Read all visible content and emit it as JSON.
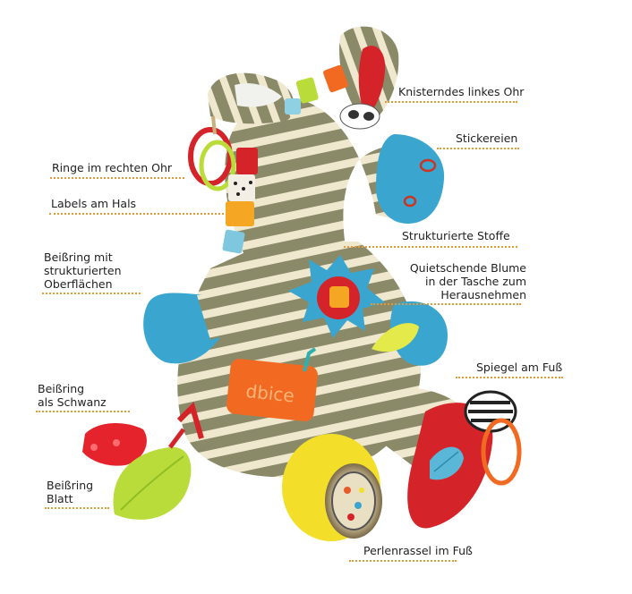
{
  "labels": {
    "left_ear": "Knisterndes linkes Ohr",
    "embroidery": "Stickereien",
    "fabrics": "Strukturierte Stoffe",
    "flower": "Quietschende Blume\nin der Tasche zum\nHerausnehmen",
    "mirror": "Spiegel am Fuß",
    "rattle": "Perlenrassel im Fuß",
    "rings": "Ringe im rechten Ohr",
    "neck_labels": "Labels am Hals",
    "teether_textured": "Beißring mit\nstrukturierten\nOberflächen",
    "tail": "Beißring\nals Schwanz",
    "leaf": "Beißring\nBlatt"
  },
  "teether_logo": "dbice",
  "colors": {
    "leader": "#e39a3b",
    "stripe_olive": "#8a8a68",
    "stripe_cream": "#f0ead2",
    "blue": "#3aa6cf",
    "red": "#d4242a",
    "orange": "#f26a21",
    "yellow": "#f3df2a",
    "green": "#b9dc3a"
  },
  "alt": "Zebra-Plüschspielzeug mit Beschriftungen"
}
